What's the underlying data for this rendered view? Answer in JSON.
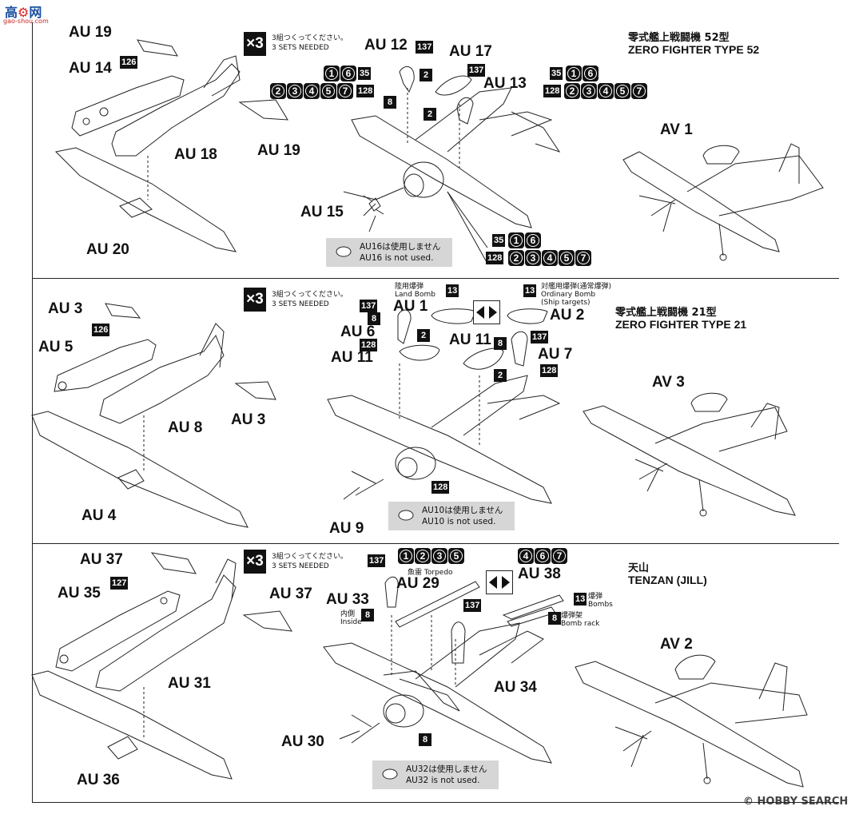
{
  "watermark_top": {
    "brand": "高",
    "site": "gao-shou.com"
  },
  "watermark_bottom": {
    "brand": "HOBBY SEARCH",
    "prefix": "©"
  },
  "sections": [
    {
      "title_jp": "零式艦上戦闘機 52型",
      "title_en": "ZERO FIGHTER TYPE 52",
      "multiplier": "×3",
      "sets_jp": "3組つくってください。",
      "sets_en": "3 SETS NEEDED",
      "labels": {
        "au19a": "AU 19",
        "au14": "AU 14",
        "au18": "AU 18",
        "au19b": "AU 19",
        "au20": "AU 20",
        "au12": "AU 12",
        "au17": "AU 17",
        "au13": "AU 13",
        "au15": "AU 15",
        "av1": "AV 1"
      },
      "badges": {
        "b126": "126",
        "b137a": "137",
        "b2a": "2",
        "b8a": "8",
        "b137b": "137",
        "b2b": "2",
        "b35a": "35",
        "b128a": "128",
        "b35b": "35",
        "b128b": "128",
        "b35c": "35",
        "b128c": "128"
      },
      "circled_a": [
        "1",
        "6"
      ],
      "circled_b": [
        "2",
        "3",
        "4",
        "5",
        "7"
      ],
      "note_jp": "AU16は使用しません",
      "note_en": "AU16 is not used."
    },
    {
      "title_jp": "零式艦上戦闘機 21型",
      "title_en": "ZERO FIGHTER TYPE 21",
      "multiplier": "×3",
      "sets_jp": "3組つくってください。",
      "sets_en": "3 SETS NEEDED",
      "labels": {
        "au3a": "AU 3",
        "au5": "AU 5",
        "au8": "AU 8",
        "au3b": "AU 3",
        "au4": "AU 4",
        "au1": "AU 1",
        "au6": "AU 6",
        "au11a": "AU 11",
        "au11b": "AU 11",
        "au2": "AU 2",
        "au7": "AU 7",
        "au9": "AU 9",
        "av3": "AV 3"
      },
      "land_bomb_jp": "陸用爆弾",
      "land_bomb_en": "Land Bomb",
      "ship_bomb_jp": "対艦用爆弾(通常爆弾)",
      "ship_bomb_en1": "Ordinary Bomb",
      "ship_bomb_en2": "(Ship targets)",
      "badges": {
        "b126": "126",
        "b137a": "137",
        "b8a": "8",
        "b2a": "2",
        "b128a": "128",
        "b13a": "13",
        "b13b": "13",
        "b8b": "8",
        "b137b": "137",
        "b2b": "2",
        "b128b": "128",
        "b128c": "128"
      },
      "note_jp": "AU10は使用しません",
      "note_en": "AU10 is not used."
    },
    {
      "title_jp": "天山",
      "title_en": "TENZAN (JILL)",
      "multiplier": "×3",
      "sets_jp": "3組つくってください。",
      "sets_en": "3 SETS NEEDED",
      "labels": {
        "au37a": "AU 37",
        "au35": "AU 35",
        "au31": "AU 31",
        "au37b": "AU 37",
        "au36": "AU 36",
        "au33": "AU 33",
        "au29": "AU 29",
        "au38": "AU 38",
        "au34": "AU 34",
        "au30": "AU 30",
        "av2": "AV 2"
      },
      "torpedo_jp": "魚雷",
      "torpedo_en": "Torpedo",
      "inside_jp": "内側",
      "inside_en": "Inside",
      "bombs_jp": "爆弾",
      "bombs_en": "Bombs",
      "rack_jp": "爆弾架",
      "rack_en": "Bomb rack",
      "circled_a": [
        "1",
        "2",
        "3",
        "5"
      ],
      "circled_b": [
        "4",
        "6",
        "7"
      ],
      "badges": {
        "b127": "127",
        "b137a": "137",
        "b8a": "8",
        "b137b": "137",
        "b13": "13",
        "b8b": "8",
        "b8c": "8"
      },
      "note_jp": "AU32は使用しません",
      "note_en": "AU32 is not used."
    }
  ]
}
